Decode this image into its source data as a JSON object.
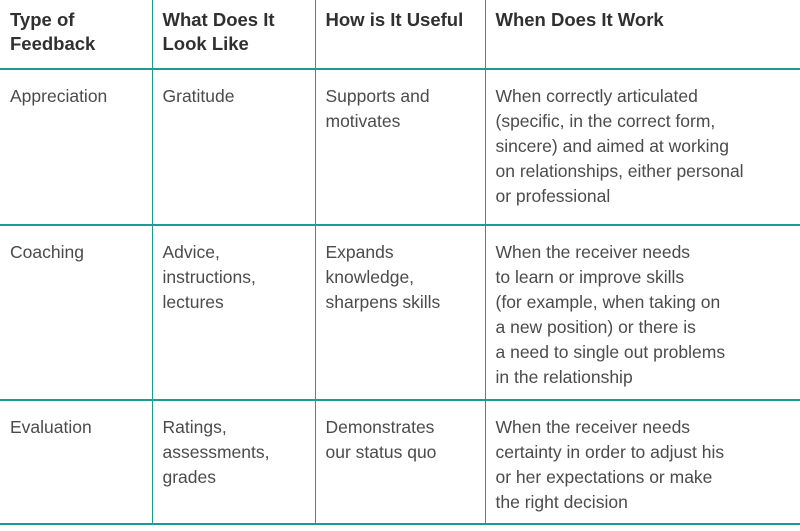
{
  "colors": {
    "accent": "#1a9b93",
    "header_text": "#303030",
    "body_text": "#4b4b4b"
  },
  "table": {
    "headers": {
      "type": "Type of\nFeedback",
      "look": "What Does It\nLook Like",
      "useful": "How is It Useful",
      "when": "When Does It Work"
    },
    "rows": [
      {
        "type": "Appreciation",
        "look": "Gratitude",
        "useful": "Supports and\nmotivates",
        "when": "When correctly articulated\n(specific, in the correct form,\nsincere) and aimed at working\non relationships, either personal\nor professional"
      },
      {
        "type": "Coaching",
        "look": "Advice,\ninstructions,\nlectures",
        "useful": "Expands\nknowledge,\nsharpens skills",
        "when": "When the receiver needs\nto learn or improve skills\n(for example, when taking on\na new position) or there is\na need to single out problems\nin the relationship"
      },
      {
        "type": "Evaluation",
        "look": "Ratings,\nassessments,\ngrades",
        "useful": "Demonstrates\nour status quo",
        "when": "When the receiver needs\ncertainty in order to adjust his\nor her expectations or make\nthe right decision"
      }
    ]
  }
}
